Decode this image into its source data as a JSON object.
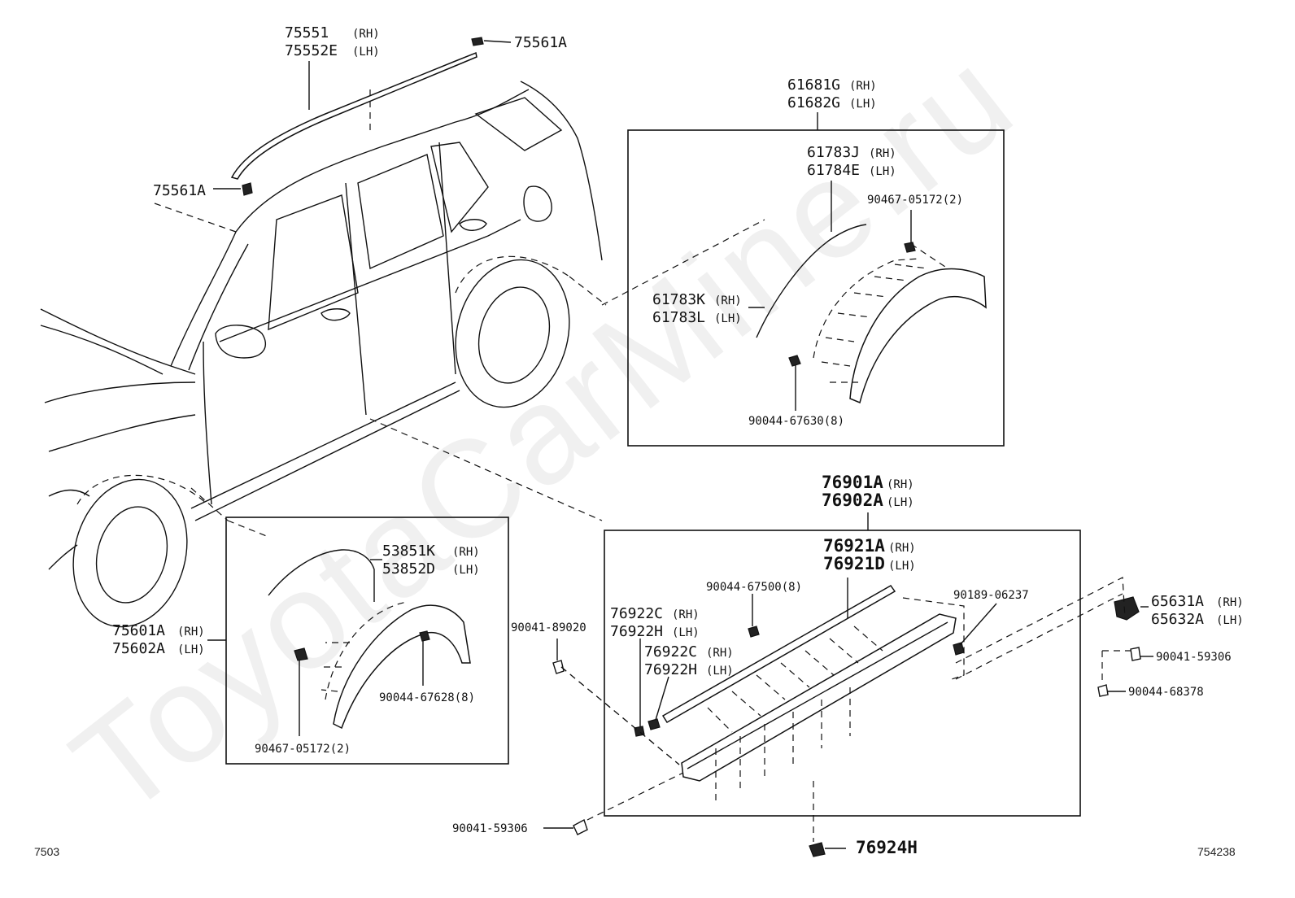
{
  "watermark": "ToyotaCarMine.ru",
  "footer": {
    "left_code": "7503",
    "right_code": "754238"
  },
  "parts": {
    "roof_rh": "75551",
    "roof_rh_side": "(RH)",
    "roof_lh": "75552E",
    "roof_lh_side": "(LH)",
    "clip_rear": "75561A",
    "clip_front": "75561A",
    "rear_arch_rh": "61681G",
    "rear_arch_rh_side": "(RH)",
    "rear_arch_lh": "61682G",
    "rear_arch_lh_side": "(LH)",
    "rear_upper_rh": "61783J",
    "rear_upper_rh_side": "(RH)",
    "rear_upper_lh": "61784E",
    "rear_upper_lh_side": "(LH)",
    "rear_clip_qty": "90467-05172(2)",
    "rear_seal_rh": "61783K",
    "rear_seal_rh_side": "(RH)",
    "rear_seal_lh": "61783L",
    "rear_seal_lh_side": "(LH)",
    "rear_nut_qty": "90044-67630(8)",
    "front_seal_rh": "53851K",
    "front_seal_rh_side": "(RH)",
    "front_seal_lh": "53852D",
    "front_seal_lh_side": "(LH)",
    "front_arch_rh": "75601A",
    "front_arch_rh_side": "(RH)",
    "front_arch_lh": "75602A",
    "front_arch_lh_side": "(LH)",
    "front_nut_qty": "90044-67628(8)",
    "front_clip_qty": "90467-05172(2)",
    "step_rh": "76901A",
    "step_rh_side": "(RH)",
    "step_lh": "76902A",
    "step_lh_side": "(LH)",
    "step_strip_rh": "76921A",
    "step_strip_rh_side": "(RH)",
    "step_strip_lh": "76921D",
    "step_strip_lh_side": "(LH)",
    "step_nut_qty": "90044-67500(8)",
    "step_bolt": "90189-06237",
    "screw_left": "90041-89020",
    "cap1_rh": "76922C",
    "cap1_rh_side": "(RH)",
    "cap1_lh": "76922H",
    "cap1_lh_side": "(LH)",
    "cap2_rh": "76922C",
    "cap2_rh_side": "(RH)",
    "cap2_lh": "76922H",
    "cap2_lh_side": "(LH)",
    "bracket_rh": "65631A",
    "bracket_rh_side": "(RH)",
    "bracket_lh": "65632A",
    "bracket_lh_side": "(LH)",
    "screw_right": "90041-59306",
    "nut_right": "90044-68378",
    "screw_bottom": "90041-59306",
    "grommet": "76924H"
  }
}
